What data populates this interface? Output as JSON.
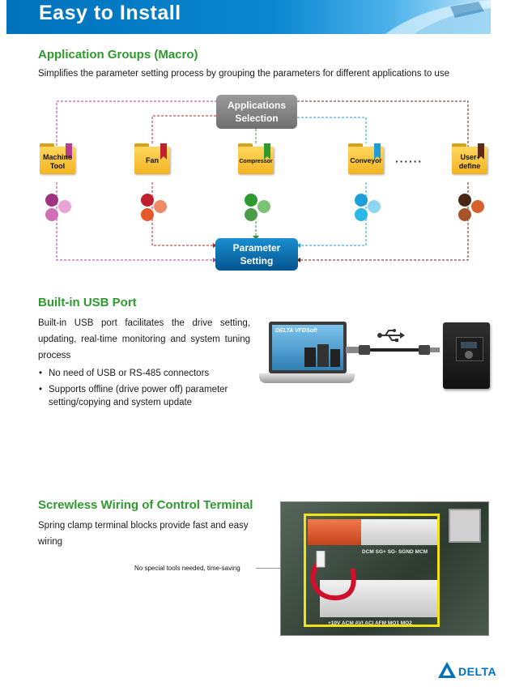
{
  "header": {
    "title": "Easy to Install"
  },
  "app_groups": {
    "title": "Application Groups (Macro)",
    "subtitle": "Simplifies the parameter setting process by grouping the parameters for different applications to use",
    "app_selection": "Applications Selection",
    "parameter_setting": "Parameter Setting",
    "ellipsis": "······",
    "folders": [
      {
        "label": "Machine Tool",
        "color": "#b33e94",
        "dots": [
          "#a0337f",
          "#e48ac9",
          "#d67ec0"
        ]
      },
      {
        "label": "Fan",
        "color": "#c0202e",
        "dots": [
          "#c0202e",
          "#ef7d57",
          "#e6582c"
        ]
      },
      {
        "label": "Compressor",
        "color": "#2e9a2e",
        "dots": [
          "#2e9a2e",
          "#7cc276",
          "#5aa854"
        ]
      },
      {
        "label": "Conveyor",
        "color": "#1c9fd8",
        "dots": [
          "#1c9fd8",
          "#7ccdef",
          "#2ab8e6"
        ]
      },
      {
        "label": "User-define",
        "color": "#5b2a1c",
        "dots": [
          "#4a2616",
          "#d6602c",
          "#a8542a"
        ]
      }
    ]
  },
  "usb": {
    "title": "Built-in USB Port",
    "description": "Built-in USB port facilitates the drive setting, updating, real-time monitoring and system tuning process",
    "bullets": [
      "No need of USB or RS-485 connectors",
      "Supports offline (drive power off) parameter setting/copying and system update"
    ],
    "software_label": "DELTA VFDSoft"
  },
  "wiring": {
    "title": "Screwless Wiring of Control Terminal",
    "description": "Spring clamp terminal blocks provide fast and easy wiring",
    "callout": "No special tools needed, time-saving",
    "terminal_labels_top": "DCM  SG+  SG-  SGND  MCM",
    "terminal_labels_bottom": "+10V  ACM  AVI  ACI  AFM  MO1  MO2"
  },
  "footer": {
    "brand": "DELTA"
  }
}
